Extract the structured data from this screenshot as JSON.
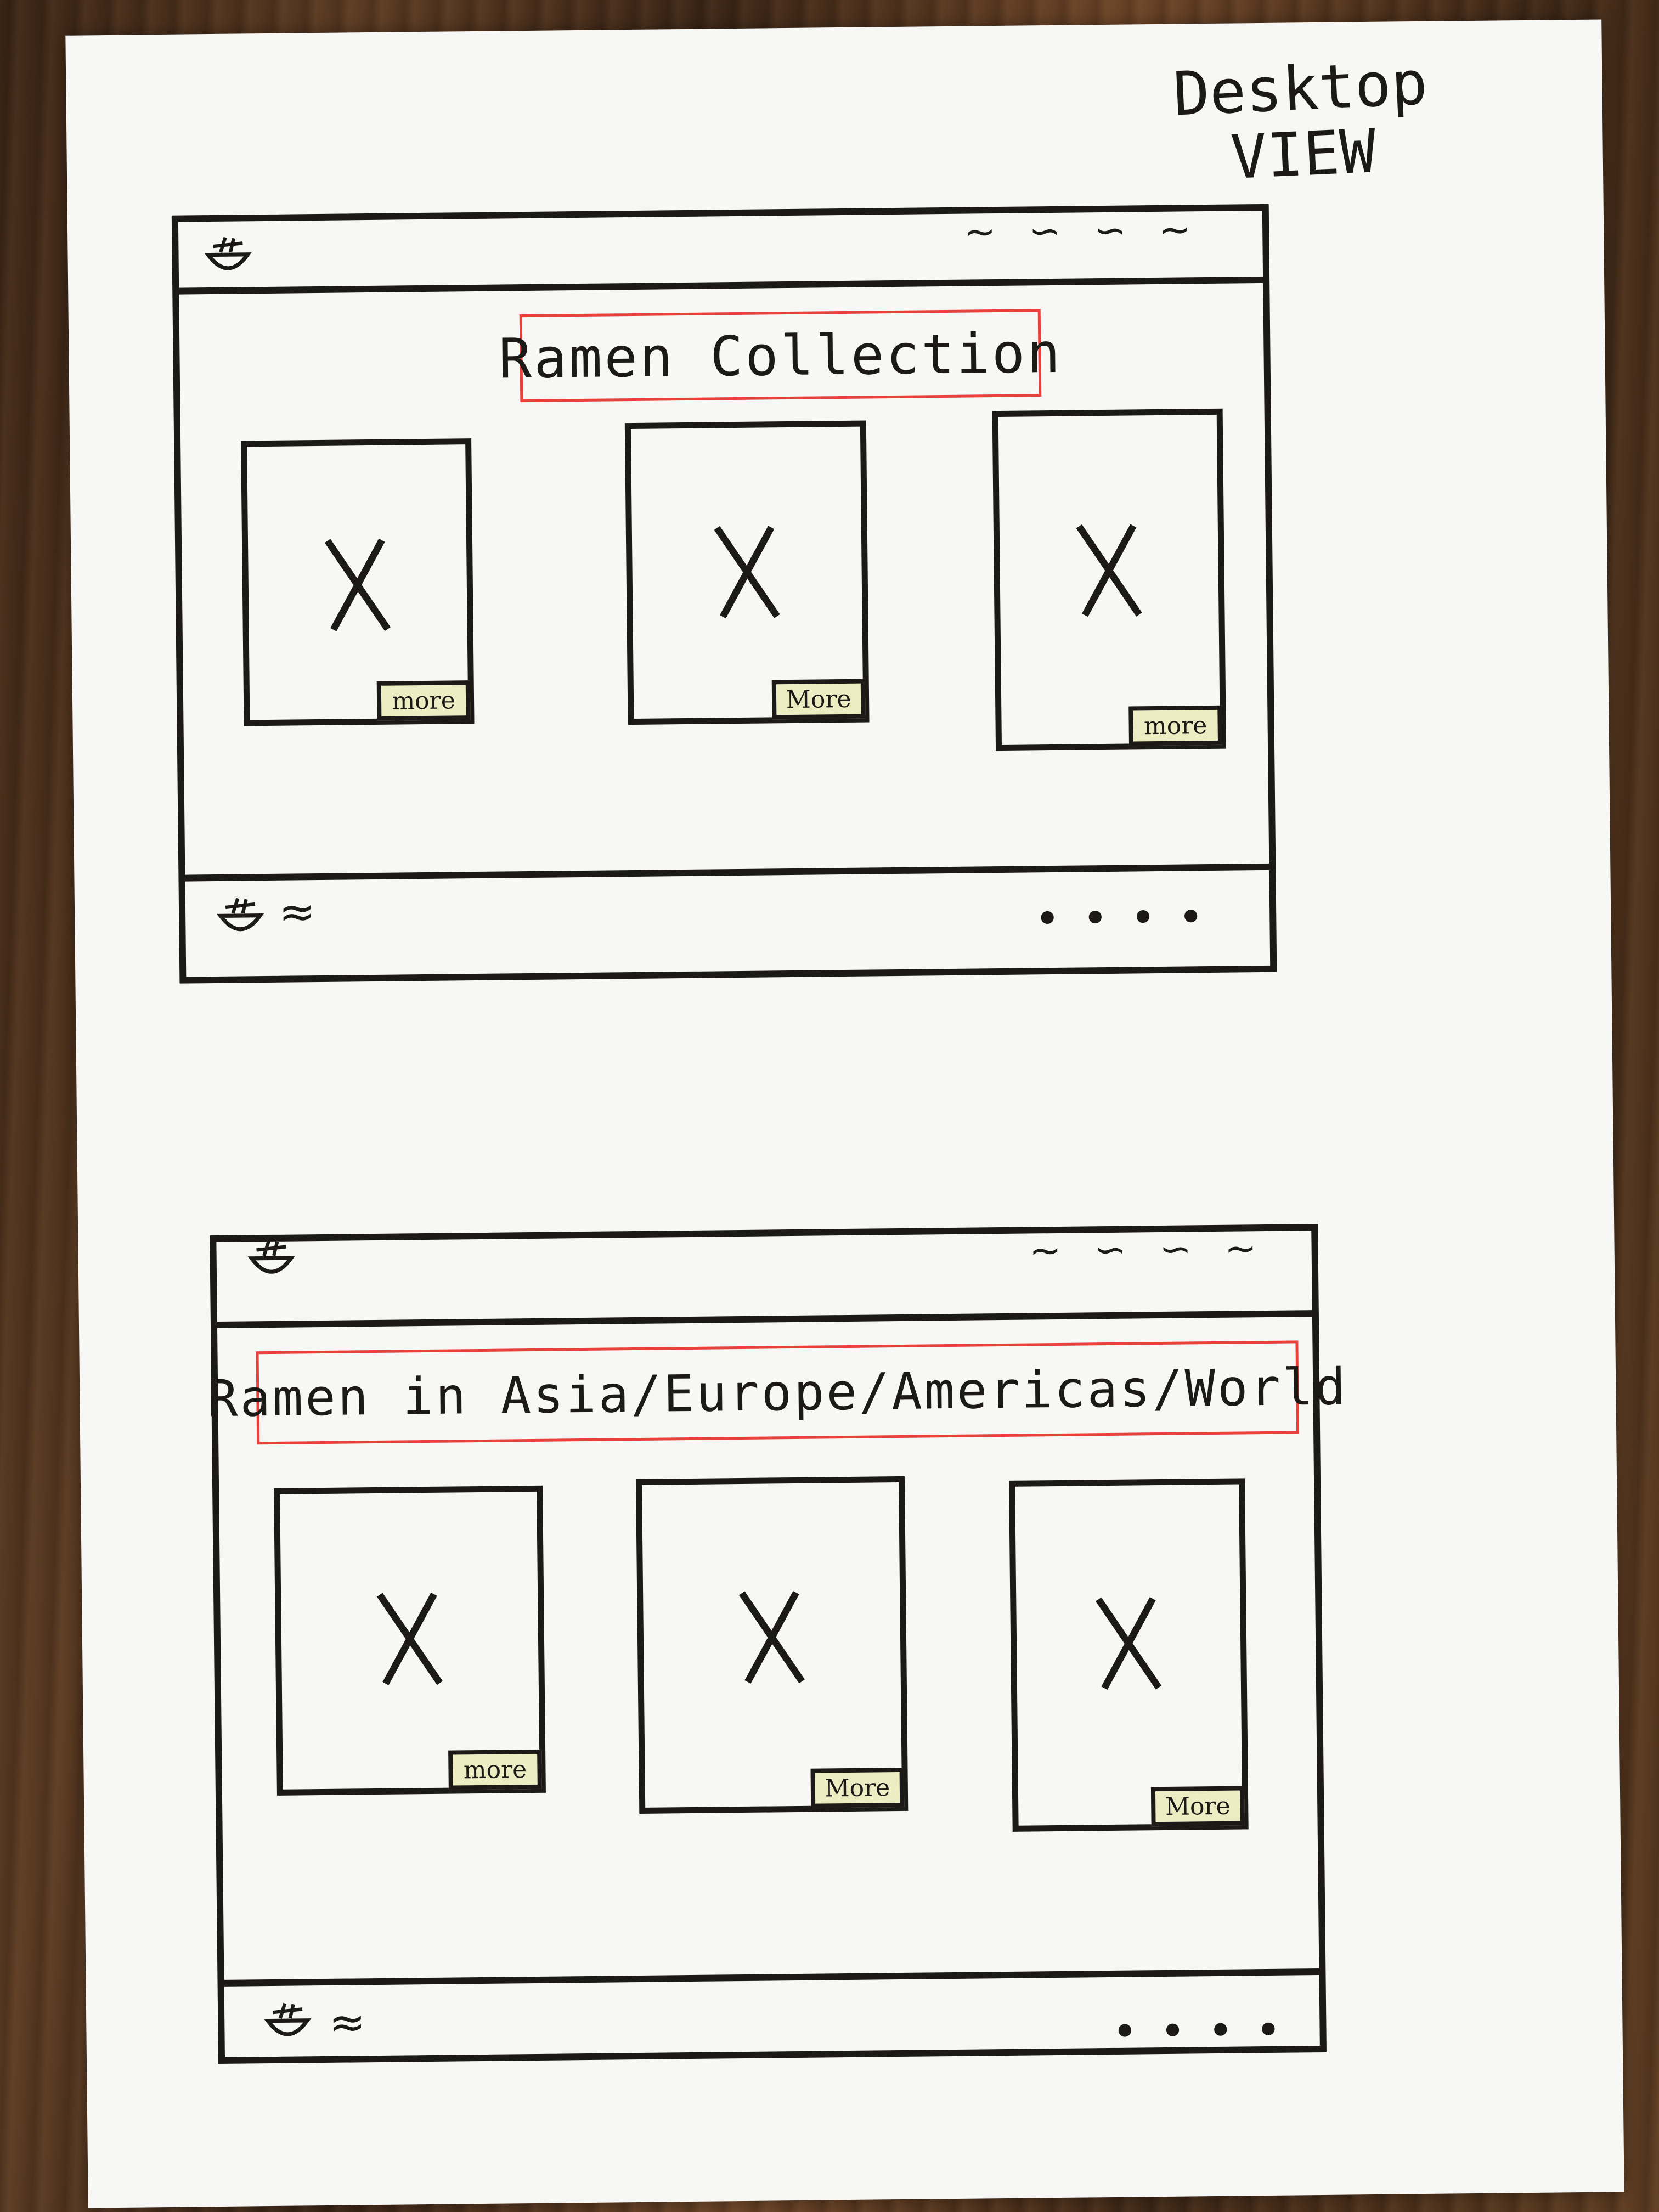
{
  "annotation": {
    "line1": "Desktop",
    "line2": "VIEW"
  },
  "frames": [
    {
      "title": "Ramen Collection",
      "cards": [
        {
          "button": "more"
        },
        {
          "button": "More"
        },
        {
          "button": "more"
        }
      ]
    },
    {
      "title": "Ramen in Asia/Europe/Americas/World",
      "cards": [
        {
          "button": "more"
        },
        {
          "button": "More"
        },
        {
          "button": "More"
        }
      ]
    }
  ],
  "icons": {
    "logo": "ramen-bowl-icon",
    "placeholder": "image-placeholder-icon"
  },
  "colors": {
    "ink": "#1c1a17",
    "title_box": "#e8403b",
    "button_fill": "#ededc4",
    "paper": "#f7f7f6"
  }
}
